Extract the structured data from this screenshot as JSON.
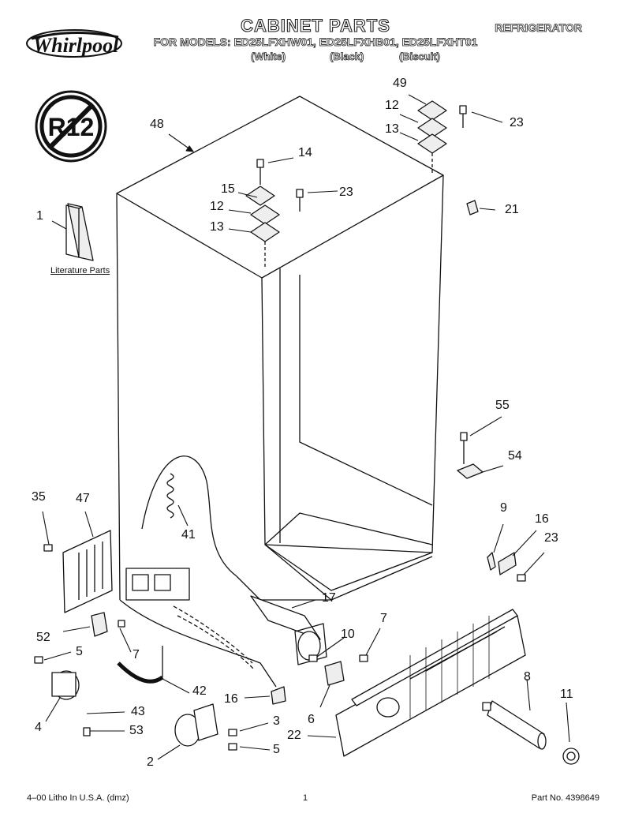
{
  "header": {
    "brand": "Whirlpool",
    "title": "CABINET PARTS",
    "category": "REFRIGERATOR",
    "models_line": "FOR MODELS: ED25LFXHW01, ED25LFXHB01, ED25LFXHT01",
    "colors": [
      "(White)",
      "(Black)",
      "(Biscuit)"
    ]
  },
  "badge": {
    "text": "R12"
  },
  "literature_label": "Literature Parts",
  "callouts": [
    "1",
    "48",
    "49",
    "12",
    "23",
    "13",
    "14",
    "15",
    "23",
    "12",
    "13",
    "21",
    "55",
    "54",
    "35",
    "47",
    "9",
    "16",
    "23",
    "41",
    "17",
    "7",
    "10",
    "52",
    "5",
    "7",
    "42",
    "16",
    "43",
    "6",
    "8",
    "11",
    "4",
    "53",
    "3",
    "22",
    "5",
    "2"
  ],
  "footer": {
    "left": "4–00 Litho In U.S.A. (dmz)",
    "center": "1",
    "right": "Part No. 4398649"
  },
  "colors": {
    "line": "#111111",
    "paper": "#ffffff"
  }
}
